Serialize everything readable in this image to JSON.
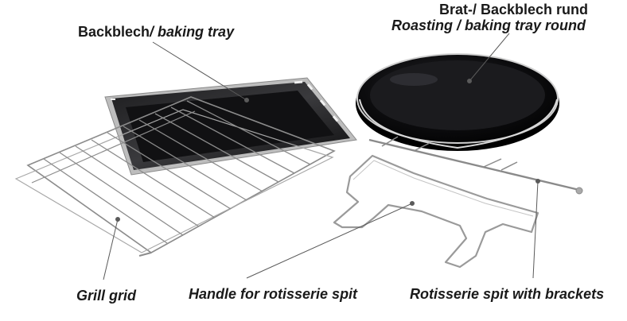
{
  "labels": {
    "tray_de": "Backblech",
    "tray_en": "/ baking tray",
    "round_de": "Brat-/ Backblech rund",
    "round_en": "Roasting / baking tray round",
    "grill": "Grill grid",
    "handle": "Handle for rotisserie spit",
    "spit": "Rotisserie spit with brackets"
  },
  "colors": {
    "enamel": "#0f0f10",
    "metal": "#9a9a9a",
    "leader": "#5a5a5a"
  }
}
